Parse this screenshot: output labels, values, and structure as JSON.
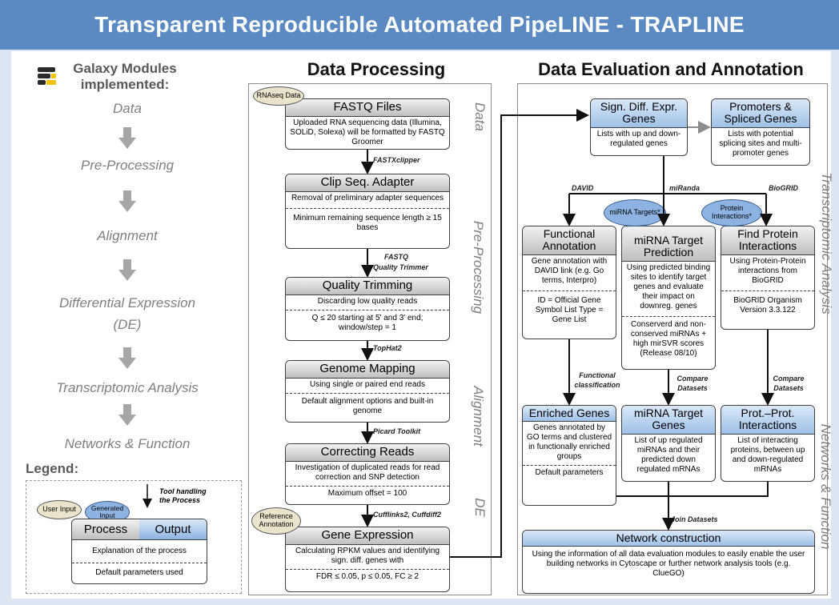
{
  "title": "Transparent Reproducible Automated PipeLINE - TRAPLINE",
  "left_panel": {
    "galaxy_label_1": "Galaxy Modules",
    "galaxy_label_2": "implemented:",
    "steps": [
      "Data",
      "Pre-Processing",
      "Alignment",
      "Differential Expression",
      "(DE)",
      "Transcriptomic Analysis",
      "Networks & Function"
    ],
    "legend_title": "Legend:",
    "legend": {
      "user_input": "User Input",
      "generated_input": "Generated Input",
      "tool_handling_1": "Tool handling",
      "tool_handling_2": "the Process",
      "process": "Process",
      "output": "Output",
      "explanation": "Explanation of the process",
      "default_params": "Default parameters used"
    }
  },
  "processing": {
    "heading": "Data Processing",
    "input_oval": "RNAseq Data",
    "reference_oval": "Reference Annotation",
    "side_labels": [
      "Data",
      "Pre-Processing",
      "Alignment",
      "DE"
    ],
    "tools": [
      "FASTXclipper",
      "FASTQ",
      "Quality Trimmer",
      "TopHat2",
      "Picard Toolkit",
      "Cufflinks2, Cuffdiff2"
    ],
    "boxes": [
      {
        "title": "FASTQ Files",
        "desc": "Uploaded RNA sequencing data (Illumina, SOLiD, Solexa) will be formatted by FASTQ Groomer",
        "params": ""
      },
      {
        "title": "Clip Seq. Adapter",
        "desc": "Removal of preliminary adapter sequences",
        "params": "Minimum remaining sequence length ≥ 15 bases"
      },
      {
        "title": "Quality Trimming",
        "desc": "Discarding low quality reads",
        "params": "Q ≤ 20 starting at 5' and 3' end; window/step = 1"
      },
      {
        "title": "Genome Mapping",
        "desc": "Using single or paired end reads",
        "params": "Default alignment options and built-in genome"
      },
      {
        "title": "Correcting Reads",
        "desc": "Investigation of duplicated reads for read correction and SNP detection",
        "params": "Maximum offset = 100"
      },
      {
        "title": "Gene Expression",
        "desc": "Calculating RPKM values and identifying sign. diff. genes with",
        "params": "FDR ≤ 0.05, p ≤ 0.05, FC ≥ 2"
      }
    ]
  },
  "evaluation": {
    "heading": "Data Evaluation and Annotation",
    "side_labels": [
      "Transcriptomic Analysis",
      "Networks & Function"
    ],
    "sign_diff": {
      "title": "Sign. Diff. Expr. Genes",
      "desc": "Lists with up and down-regulated genes"
    },
    "promoters": {
      "title": "Promoters & Spliced Genes",
      "desc": "Lists with potential splicing sites and multi-promoter genes"
    },
    "tools": {
      "david": "DAVID",
      "miranda": "miRanda",
      "biogrid": "BioGRID",
      "functional_classification": "Functional classification",
      "compare_1": "Compare Datasets",
      "compare_2": "Compare Datasets",
      "join": "Join Datasets"
    },
    "ovals": {
      "mirna_targets": "miRNA Targets*",
      "protein_interactions": "Protein Interactions*"
    },
    "functional": {
      "title": "Functional Annotation",
      "desc": "Gene annotation with DAVID link (e.g. Go terms, Interpro)",
      "params": "ID = Official Gene Symbol List Type = Gene List"
    },
    "mirna_pred": {
      "title": "miRNA Target Prediction",
      "desc": "Using predicted binding sites to identify target genes and evaluate their impact on downreg. genes",
      "params": "Conserverd and non-conserved miRNAs + high mirSVR scores (Release 08/10)"
    },
    "protein": {
      "title": "Find Protein Interactions",
      "desc": "Using Protein-Protein interactions from BioGRID",
      "params": "BioGRID Organism Version 3.3.122"
    },
    "enriched": {
      "title": "Enriched Genes",
      "desc": "Genes annotated by GO terms and clustered in functionally enriched groups",
      "params": "Default parameters"
    },
    "mirna_genes": {
      "title": "miRNA Target Genes",
      "desc": "List of up regulated miRNAs and their predicted down regulated mRNAs"
    },
    "prot_prot": {
      "title": "Prot.–Prot. Interactions",
      "desc": "List of interacting proteins, between up and down-regulated mRNAs"
    },
    "network": {
      "title": "Network construction",
      "desc": "Using the information of all data evaluation modules to easily enable the user building networks in Cytoscape or further network analysis tools (e.g. ClueGO)"
    }
  },
  "colors": {
    "title_bar": "#5b8ac3",
    "output_blue": "#8db3e2",
    "process_gray": "#bfbfbf",
    "input_tan": "#ece3cc"
  }
}
